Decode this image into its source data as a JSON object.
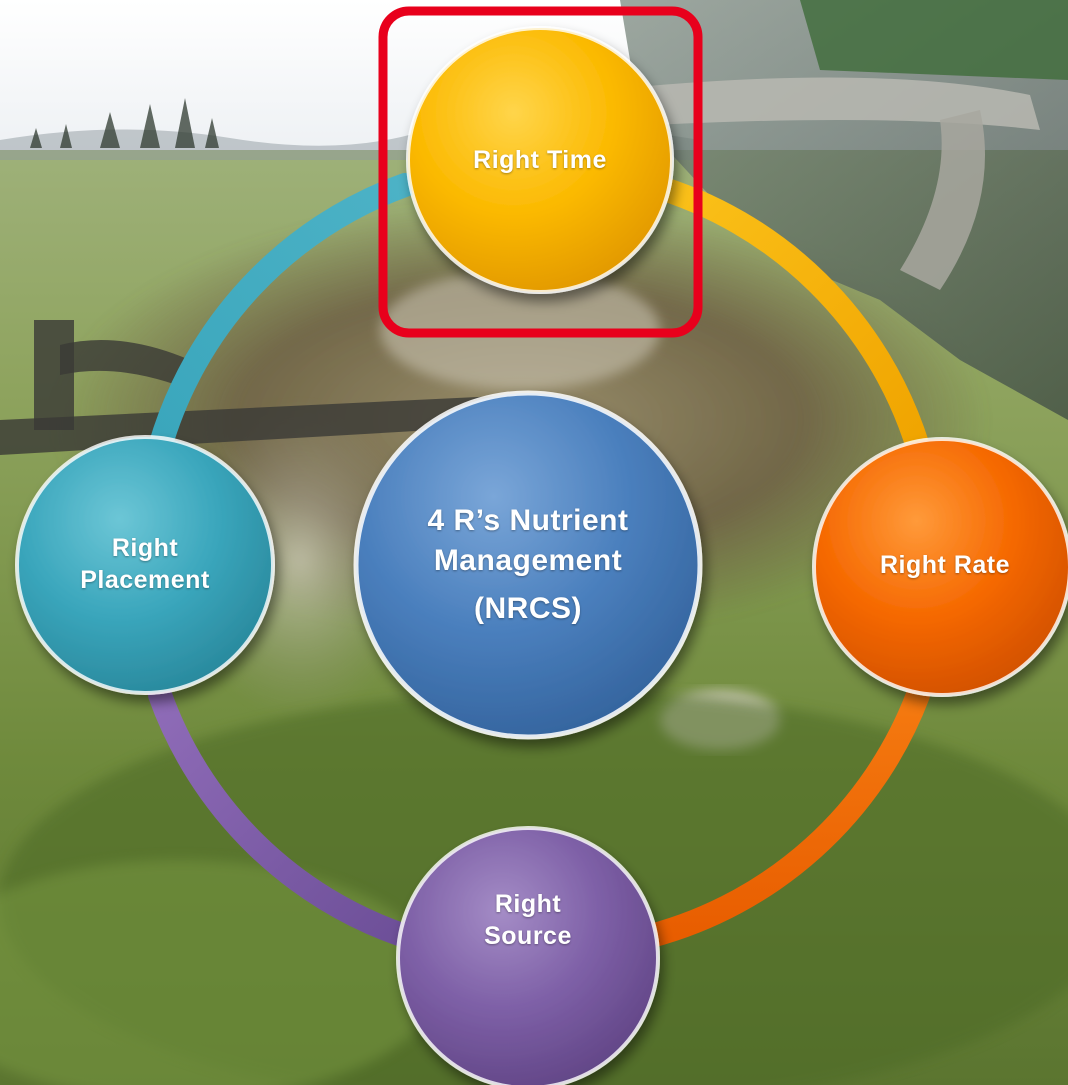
{
  "diagram": {
    "center": {
      "lines": [
        "4 R’s Nutrient",
        "Management",
        "(NRCS)"
      ],
      "color": "#4a7fbd"
    },
    "nodes": [
      {
        "id": "time",
        "lines": [
          "Right Time"
        ],
        "color": "#fbb900",
        "highlighted": true
      },
      {
        "id": "rate",
        "lines": [
          "Right Rate"
        ],
        "color": "#f56800"
      },
      {
        "id": "source",
        "lines": [
          "Right",
          "Source"
        ],
        "color": "#7d5fa6"
      },
      {
        "id": "placement",
        "lines": [
          "Right",
          "Placement"
        ],
        "color": "#3aa6bc"
      }
    ],
    "highlight_color": "#e8001c"
  }
}
